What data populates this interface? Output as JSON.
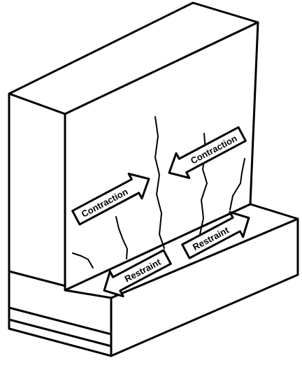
{
  "labels": {
    "contraction_left": "Contraction",
    "contraction_right": "Contraction",
    "restraint_left": "Restraint",
    "restraint_right": "Restraint"
  },
  "colors": {
    "line": "#000000",
    "fill": "#ffffff"
  }
}
